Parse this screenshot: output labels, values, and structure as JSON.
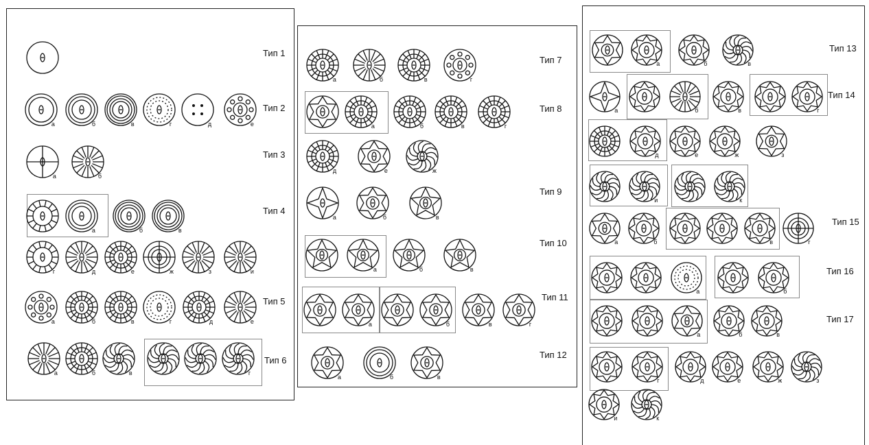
{
  "panels": [
    {
      "id": "p1",
      "labels": [
        "Тип 1",
        "Тип 2",
        "Тип 3",
        "Тип 4",
        "Тип 5",
        "Тип 6"
      ],
      "letters": [
        "а",
        "б",
        "в",
        "г",
        "д",
        "е",
        "а",
        "б",
        "а",
        "б",
        "в",
        "г",
        "д",
        "е",
        "ж",
        "з",
        "и",
        "а",
        "б",
        "в",
        "г",
        "д",
        "е",
        "а",
        "б",
        "в",
        "г"
      ]
    },
    {
      "id": "p2",
      "labels": [
        "Тип 7",
        "Тип 8",
        "Тип 9",
        "Тип 10",
        "Тип 11",
        "Тип 12"
      ],
      "letters": [
        "а",
        "б",
        "в",
        "г",
        "а",
        "б",
        "в",
        "г",
        "д",
        "е",
        "ж",
        "а",
        "б",
        "в",
        "а",
        "б",
        "в",
        "а",
        "б",
        "в",
        "г",
        "а",
        "б",
        "в"
      ]
    },
    {
      "id": "p3",
      "labels": [
        "Тип 13",
        "Тип 14",
        "Тип 15",
        "Тип 16",
        "Тип 17"
      ],
      "letters": [
        "а",
        "б",
        "в",
        "а",
        "б",
        "в",
        "г",
        "д",
        "е",
        "ж",
        "з",
        "и",
        "к",
        "а",
        "б",
        "в",
        "г",
        "а",
        "б",
        "а",
        "б",
        "в",
        "г",
        "д",
        "е",
        "ж",
        "з",
        "и",
        "к"
      ]
    }
  ]
}
